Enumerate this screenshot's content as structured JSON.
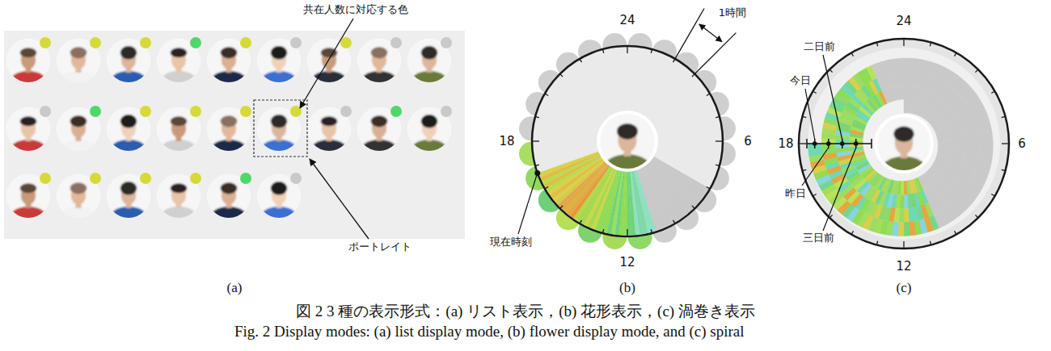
{
  "diagram": {
    "caption": "図 2 3 種の表示形式：(a) リスト表示，(b) 花形表示，(c) 渦巻き表示",
    "labels": [
      "共在人数に対応する色",
      "ポートレイト",
      "24",
      "6",
      "12",
      "18",
      "1時間",
      "現在時刻",
      "24",
      "6",
      "12",
      "18",
      "二日前",
      "今日",
      "昨日",
      "三日前",
      "(a)",
      "(b)",
      "(c)",
      "Fig. 2 Display modes: (a) list display mode, (b) flower display mode, and (c) spiral"
    ]
  }
}
